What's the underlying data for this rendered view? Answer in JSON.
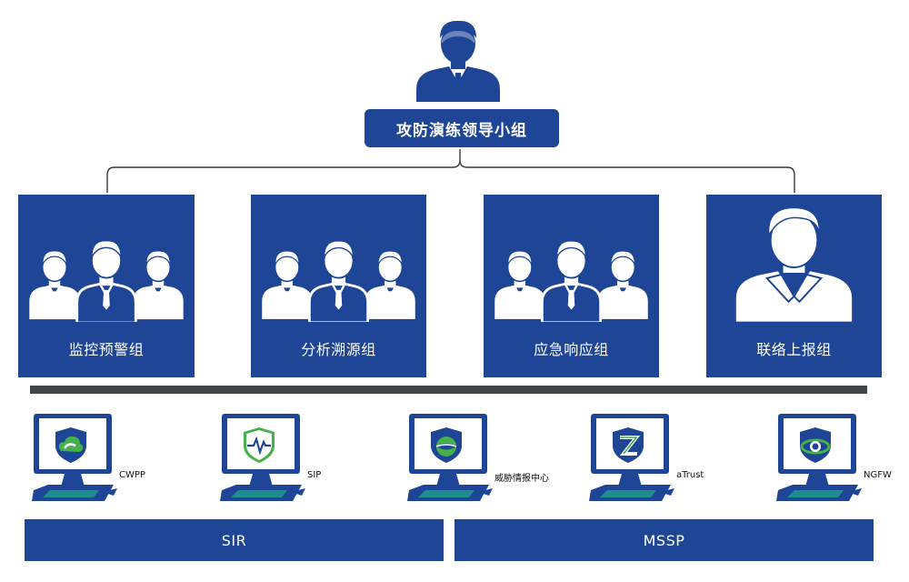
{
  "colors": {
    "primary": "#1e4596",
    "dark_bar": "#3f4549",
    "connector": "#3a3a3a",
    "screen_bg": "#ffffff",
    "keyboard_accent": "#1f9a8c"
  },
  "leader": {
    "icon": "person-tie-icon",
    "label": "攻防演练领导小组"
  },
  "groups": [
    {
      "label": "监控预警组",
      "icon": "team-icon"
    },
    {
      "label": "分析溯源组",
      "icon": "team-icon"
    },
    {
      "label": "应急响应组",
      "icon": "team-icon"
    },
    {
      "label": "联络上报组",
      "icon": "person-icon"
    }
  ],
  "devices": [
    {
      "label": "CWPP",
      "icon": "cloud-shield-logo-icon"
    },
    {
      "label": "SIP",
      "icon": "pulse-shield-logo-icon"
    },
    {
      "label": "威胁情报中心",
      "icon": "globe-shield-logo-icon"
    },
    {
      "label": "aTrust",
      "icon": "z-shield-logo-icon"
    },
    {
      "label": "NGFW",
      "icon": "ring-shield-logo-icon"
    }
  ],
  "platforms": [
    {
      "label": "SIR"
    },
    {
      "label": "MSSP"
    }
  ]
}
